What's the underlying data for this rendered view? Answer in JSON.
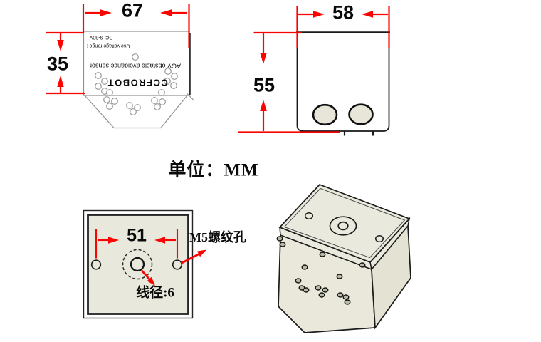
{
  "drawing": {
    "unit_note": "单位：MM",
    "dimensions": {
      "top_view_width": "67",
      "top_view_height": "35",
      "front_view_width": "58",
      "front_view_height": "55",
      "mount_hole_spacing": "51"
    },
    "device_label": {
      "brand": "CCFROBOT",
      "product": "AGV obstacle avoidance sensor",
      "voltage_caption": "Use voltage range :",
      "voltage_range": "DC: 9-30V"
    },
    "callouts": {
      "screw_hole": "M5螺纹孔",
      "wire_diameter": "线径:6"
    },
    "colors": {
      "dimension_red": "#f90400",
      "panel_beige": "#e9e8dd",
      "line_dark": "#1b1b1b",
      "line_gray": "#909090"
    }
  }
}
